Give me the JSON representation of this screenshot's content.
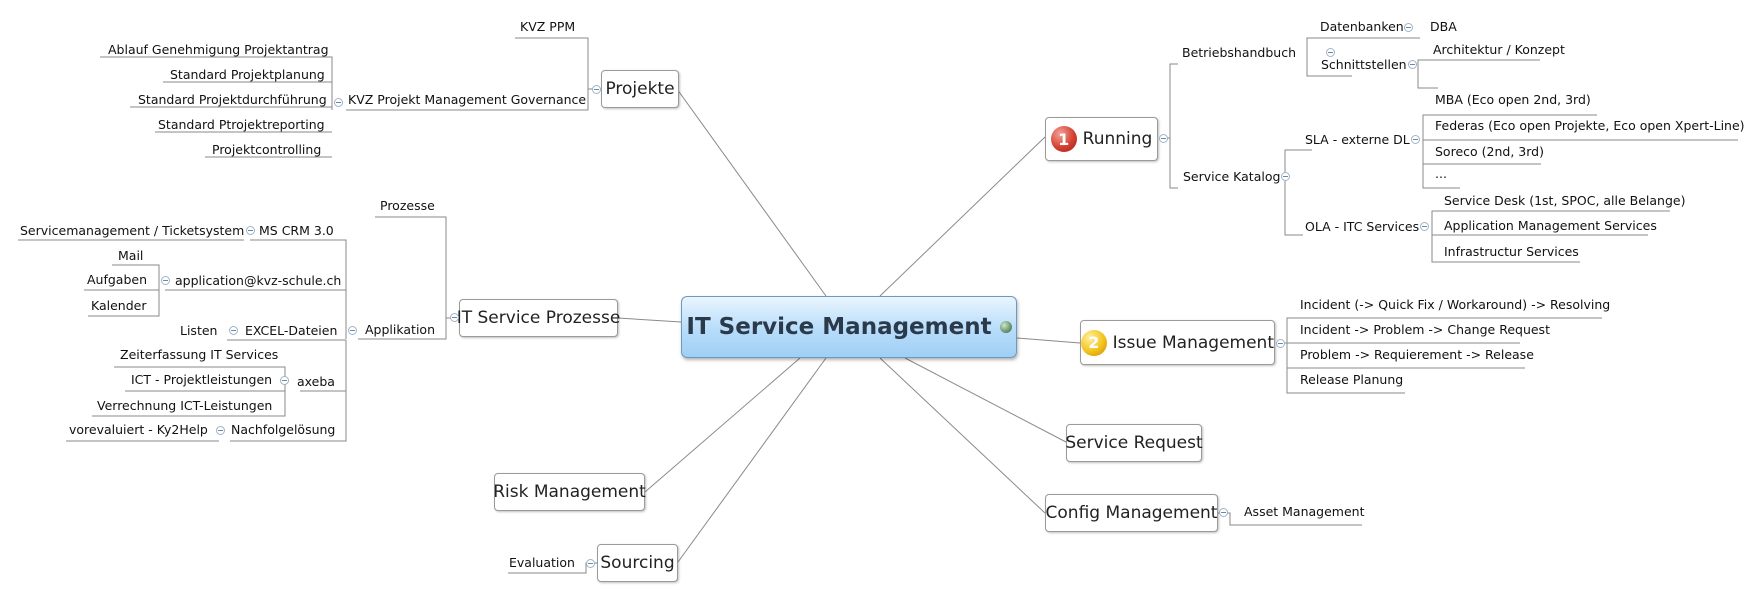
{
  "central": "IT Service Management",
  "branches": {
    "projekte": "Projekte",
    "kvz_ppm": "KVZ PPM",
    "kvz_governance": "KVZ Projekt Management Governance",
    "gov_items": [
      "Ablauf Genehmigung Projektantrag",
      "Standard Projektplanung",
      "Standard Projektdurchführung",
      "Standard Ptrojektreporting",
      "Projektcontrolling"
    ],
    "it_prozesse": "IT Service Prozesse",
    "prozesse": "Prozesse",
    "applikation": "Applikation",
    "ms_crm": "MS CRM 3.0",
    "servicemanagement": "Servicemanagement / Ticketsystem",
    "app_mail": "application@kvz-schule.ch",
    "mail_items": [
      "Mail",
      "Aufgaben",
      "Kalender"
    ],
    "excel": "EXCEL-Dateien",
    "listen": "Listen",
    "axeba": "axeba",
    "axeba_items": [
      "Zeiterfassung IT Services",
      "ICT - Projektleistungen",
      "Verrechnung ICT-Leistungen"
    ],
    "nachfolge": "Nachfolgelösung",
    "vorevaluiert": "vorevaluiert - Ky2Help",
    "risk": "Risk Management",
    "sourcing": "Sourcing",
    "evaluation": "Evaluation",
    "running": "Running",
    "running_num": "1",
    "betriebshandbuch": "Betriebshandbuch",
    "datenbanken": "Datenbanken",
    "dba": "DBA",
    "schnittstellen": "Schnittstellen",
    "architektur": "Architektur / Konzept",
    "service_katalog": "Service Katalog",
    "sla": "SLA - externe DL",
    "sla_items": [
      "MBA (Eco open 2nd, 3rd)",
      "Federas (Eco open Projekte, Eco open Xpert-Line)",
      "Soreco (2nd, 3rd)",
      "..."
    ],
    "ola": "OLA - ITC Services",
    "ola_items": [
      "Service Desk (1st, SPOC, alle Belange)",
      "Application Management Services",
      "Infrastructur Services"
    ],
    "issue": "Issue Management",
    "issue_num": "2",
    "issue_items": [
      "Incident (-> Quick Fix / Workaround) -> Resolving",
      "Incident -> Problem -> Change Request",
      "Problem -> Requierement -> Release",
      "Release Planung"
    ],
    "service_request": "Service Request",
    "config": "Config Management",
    "asset": "Asset Management"
  }
}
